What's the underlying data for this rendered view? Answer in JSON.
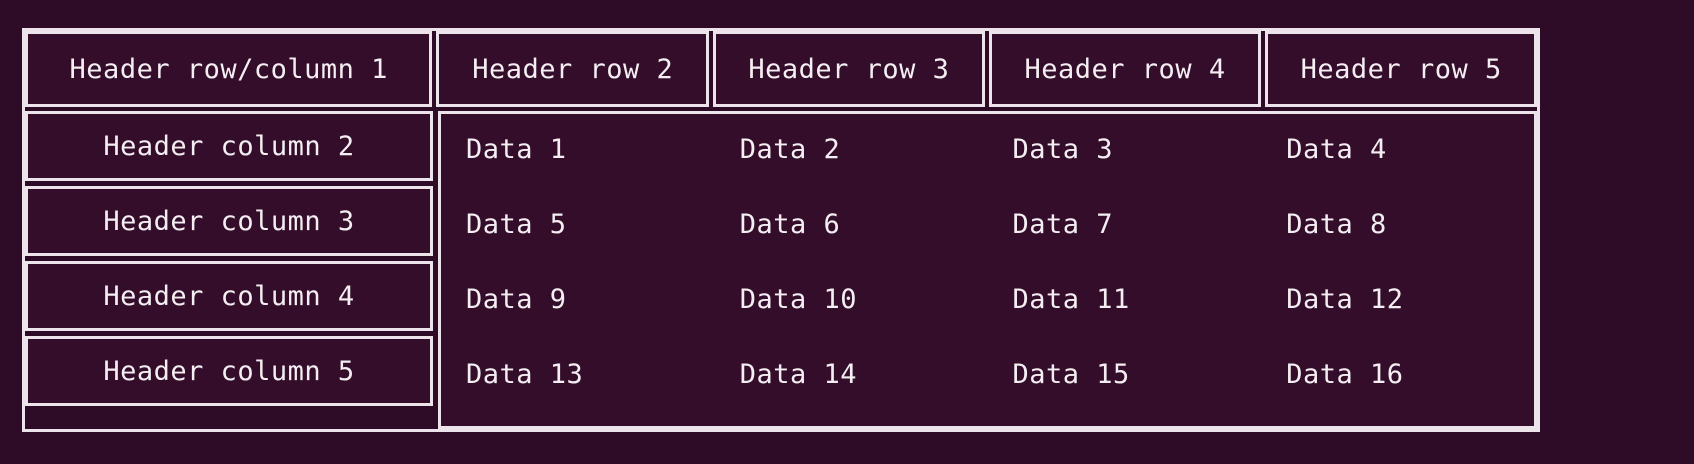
{
  "table": {
    "corner_header": "Header row/column 1",
    "column_headers": [
      "Header row 2",
      "Header row 3",
      "Header row 4",
      "Header row 5"
    ],
    "row_headers": [
      "Header column 2",
      "Header column 3",
      "Header column 4",
      "Header column 5"
    ],
    "rows": [
      {
        "cells": [
          "Data 1",
          "Data 2",
          "Data 3",
          "Data 4"
        ]
      },
      {
        "cells": [
          "Data 5",
          "Data 6",
          "Data 7",
          "Data 8"
        ]
      },
      {
        "cells": [
          "Data 9",
          "Data 10",
          "Data 11",
          "Data 12"
        ]
      },
      {
        "cells": [
          "Data 13",
          "Data 14",
          "Data 15",
          "Data 16"
        ]
      }
    ]
  },
  "colors": {
    "background": "#2e0b26",
    "cell_background": "#330d2a",
    "border": "#ece4ea",
    "text": "#f4eef2"
  }
}
